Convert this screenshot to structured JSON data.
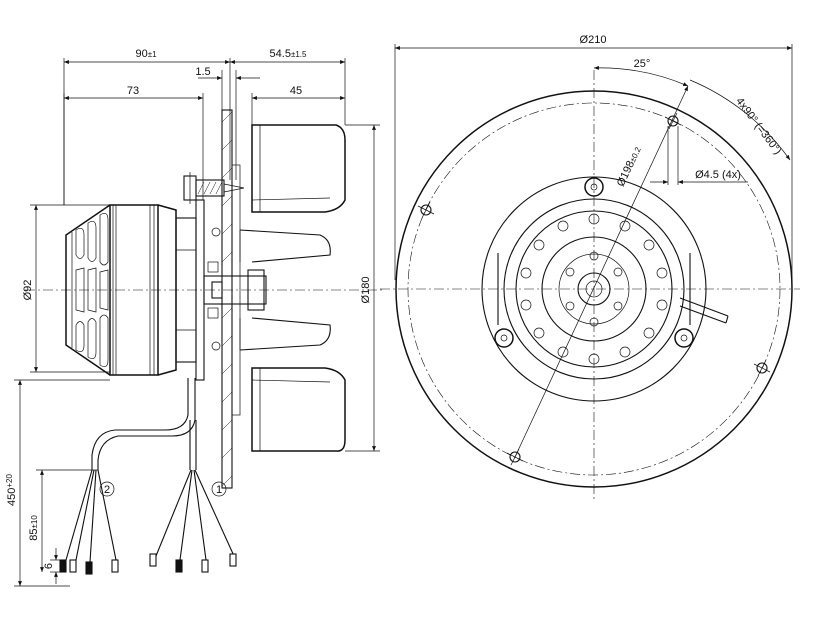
{
  "side_view": {
    "dim_overall_length": "90",
    "dim_overall_length_tol": "±1",
    "dim_flange": "1.5",
    "dim_wheel_offset": "54.5",
    "dim_wheel_offset_tol": "±1.5",
    "dim_motor_length": "73",
    "dim_wheel_width": "45",
    "dim_motor_diameter": "Ø92",
    "dim_wheel_diameter": "Ø180",
    "dim_cable_length": "450",
    "dim_cable_length_tol": "+20",
    "dim_strip_length": "85",
    "dim_strip_length_tol": "±10",
    "dim_end_strip": "6",
    "cable_marker_1": "1",
    "cable_marker_2": "2"
  },
  "front_view": {
    "dim_outer_diameter": "Ø210",
    "dim_angle": "25°",
    "dim_hole_pattern": "4x90° (=360°)",
    "dim_bolt_circle": "Ø198",
    "dim_bolt_circle_tol": "±0.2",
    "dim_hole_diameter": "Ø4.5 (4x)"
  }
}
